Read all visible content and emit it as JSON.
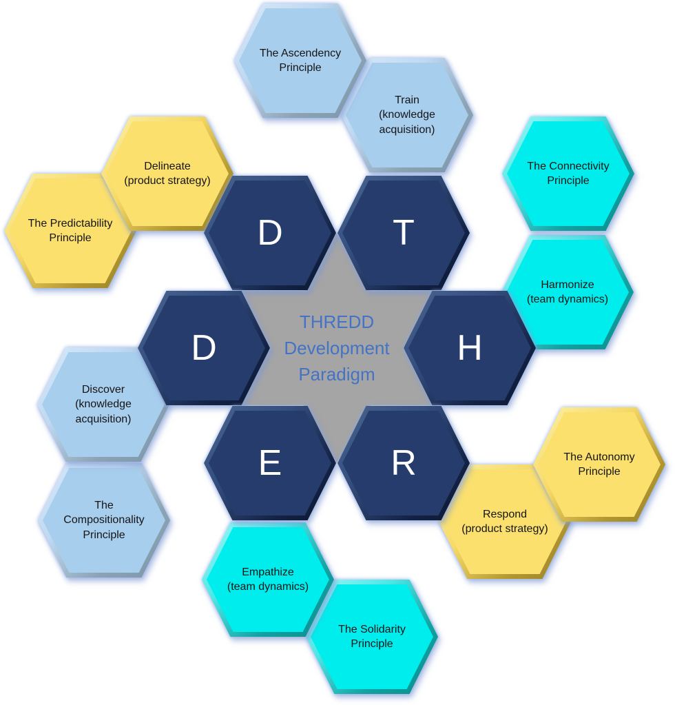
{
  "title": "THREDD Development Paradigm",
  "center_star": {
    "label": "THREDD\nDevelopment\nParadigm",
    "text_color": "#4472C4",
    "fill": "#A5A5A5"
  },
  "palette": {
    "navy": "#263C6C",
    "light_blue": "#A8CEEE",
    "cyan": "#00EDED",
    "yellow": "#FBE06E",
    "star_gray": "#A5A5A5",
    "letter_text": "#FFFFFF",
    "label_text": "#141414"
  },
  "letter_hexagons": [
    {
      "letter": "D",
      "position": "top-left"
    },
    {
      "letter": "T",
      "position": "top-right"
    },
    {
      "letter": "D",
      "position": "left"
    },
    {
      "letter": "H",
      "position": "right"
    },
    {
      "letter": "E",
      "position": "bottom-left"
    },
    {
      "letter": "R",
      "position": "bottom-right"
    }
  ],
  "outer_hexagons": [
    {
      "name": "train",
      "label": "Train\n(knowledge\nacquisition)",
      "color": "light_blue"
    },
    {
      "name": "ascendency-principle",
      "label": "The Ascendency\nPrinciple",
      "color": "light_blue"
    },
    {
      "name": "harmonize",
      "label": "Harmonize\n(team dynamics)",
      "color": "cyan"
    },
    {
      "name": "connectivity-principle",
      "label": "The Connectivity\nPrinciple",
      "color": "cyan"
    },
    {
      "name": "respond",
      "label": "Respond\n(product strategy)",
      "color": "yellow"
    },
    {
      "name": "autonomy-principle",
      "label": "The Autonomy\nPrinciple",
      "color": "yellow"
    },
    {
      "name": "solidarity-principle",
      "label": "The Solidarity\nPrinciple",
      "color": "cyan"
    },
    {
      "name": "empathize",
      "label": "Empathize\n(team dynamics)",
      "color": "cyan"
    },
    {
      "name": "compositionality-principle",
      "label": "The\nCompositionality\nPrinciple",
      "color": "light_blue"
    },
    {
      "name": "discover",
      "label": "Discover\n(knowledge\nacquisition)",
      "color": "light_blue"
    },
    {
      "name": "predictability-principle",
      "label": "The Predictability\nPrinciple",
      "color": "yellow"
    },
    {
      "name": "delineate",
      "label": "Delineate\n(product strategy)",
      "color": "yellow"
    }
  ]
}
